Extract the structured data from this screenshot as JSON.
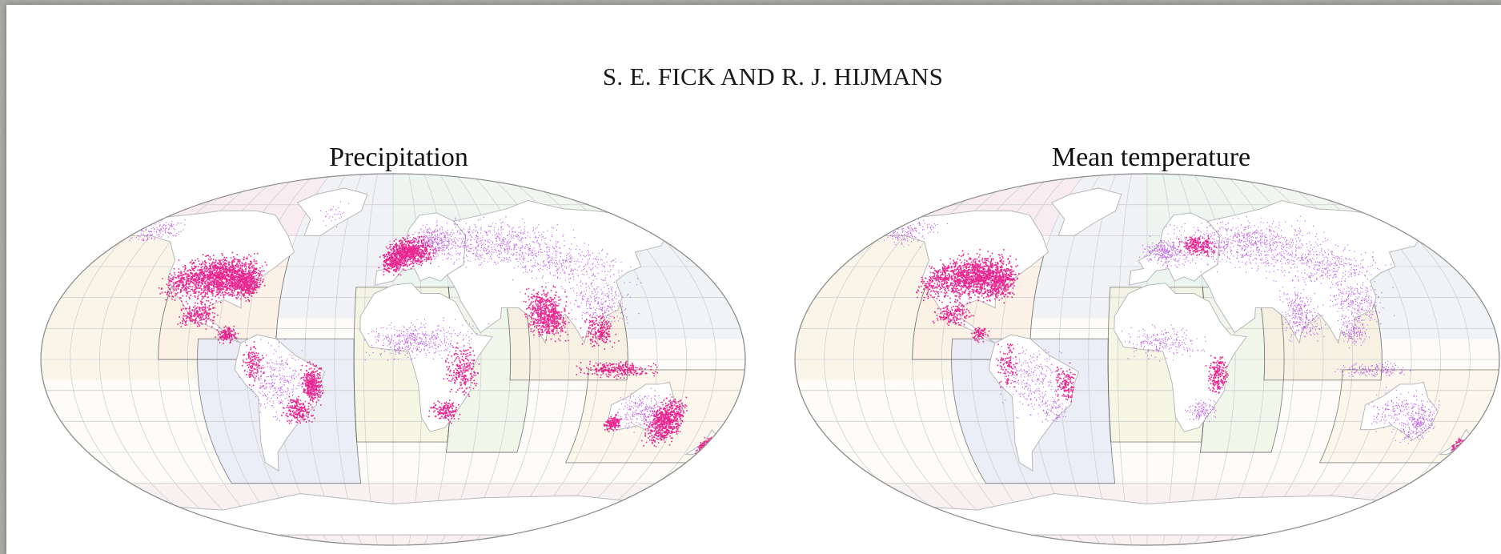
{
  "page": {
    "running_header": "S. E. FICK AND R. J. HIJMANS"
  },
  "figure": {
    "panels": [
      {
        "title": "Precipitation"
      },
      {
        "title": "Mean temperature"
      }
    ],
    "colors": {
      "station_dense": "#e6007e",
      "station_sparse": "#b040e0",
      "coastline": "#b8b8b8",
      "graticule": "#d0d0d0",
      "tile_border": "#555555"
    }
  }
}
